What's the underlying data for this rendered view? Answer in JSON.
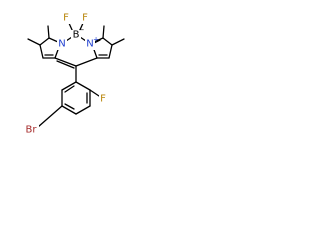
{
  "molecule": {
    "atoms": {
      "f_left": {
        "symbol": "F",
        "color": "#b8860b"
      },
      "f_right": {
        "symbol": "F",
        "color": "#b8860b"
      },
      "boron": {
        "symbol": "B",
        "charge": "−",
        "color": "#000000"
      },
      "n_left": {
        "symbol": "N",
        "color": "#1f3fd0"
      },
      "n_right": {
        "symbol": "N",
        "charge": "+",
        "color": "#1f3fd0"
      },
      "f_aryl": {
        "symbol": "F",
        "color": "#b8860b"
      },
      "br_aryl": {
        "symbol": "Br",
        "color": "#a52a2a"
      }
    },
    "colors": {
      "bond": "#000000",
      "background": "#ffffff"
    }
  }
}
